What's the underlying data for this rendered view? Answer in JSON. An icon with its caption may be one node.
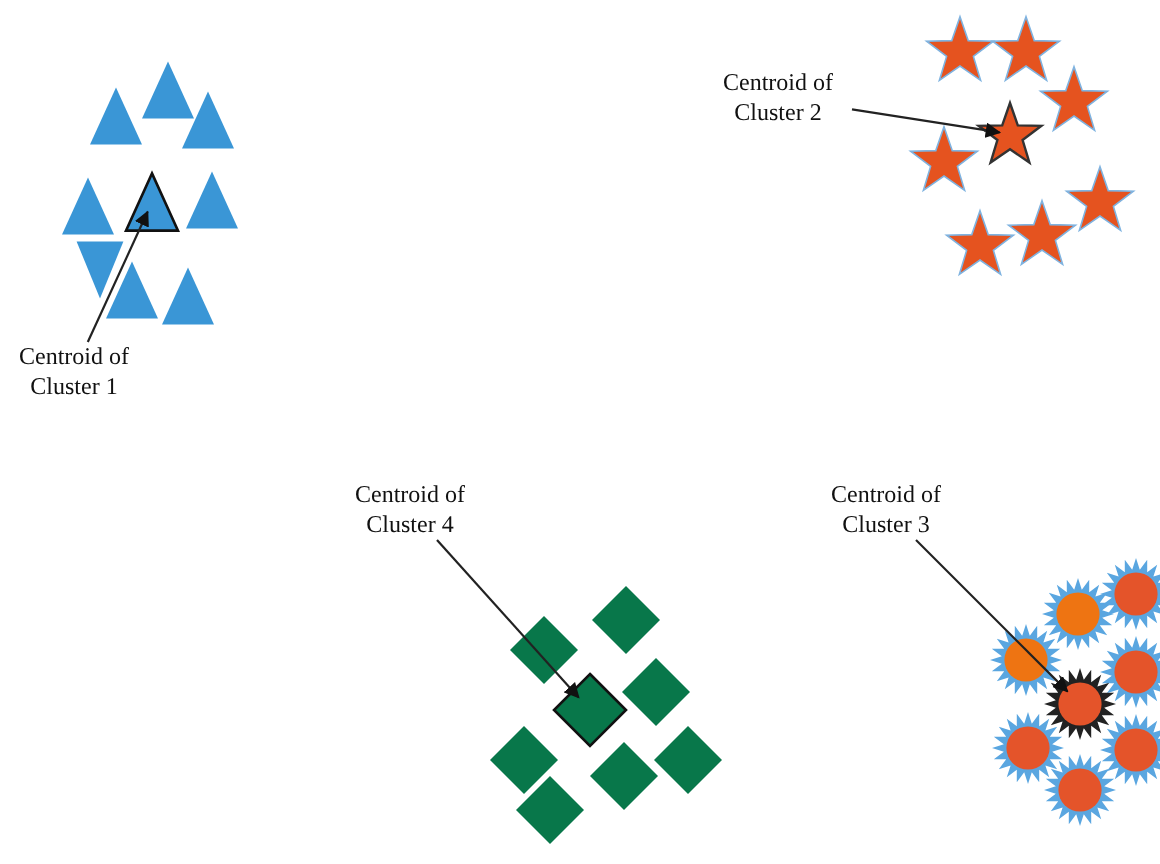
{
  "diagram": {
    "nodes": [
      {
        "text": [
          "Centroid of Cluster 2"
        ]
      },
      {
        "text": [],
        "shape": "star"
      },
      {
        "text": [],
        "shape": "triangle"
      },
      {
        "text": [
          "Centroid of Cluster 1"
        ]
      },
      {
        "text": [
          "Centroid of Cluster 4"
        ]
      },
      {
        "text": [
          "Centroid of Cluster 3"
        ]
      },
      {
        "text": [],
        "shape": "diamond"
      },
      {
        "text": [],
        "shape": "starburst"
      }
    ],
    "edges": [
      {
        "from": 0,
        "to": 1,
        "arrow": "to"
      },
      {
        "from": 3,
        "to": 2,
        "arrow": "to"
      },
      {
        "from": 4,
        "to": 6,
        "arrow": "to"
      },
      {
        "from": 5,
        "to": 7,
        "arrow": "to"
      }
    ]
  }
}
